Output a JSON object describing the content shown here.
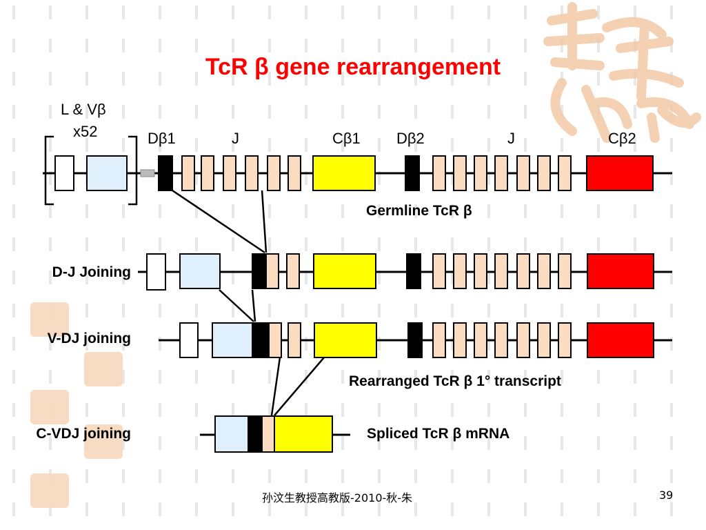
{
  "slide": {
    "title": "TcR β gene rearrangement",
    "page_number": "39",
    "footer": "孙汶生教授高教版-2010-秋-朱"
  },
  "labels": {
    "lv_line1": "L & Vβ",
    "lv_line2": "x52",
    "d1": "Dβ1",
    "j1": "J",
    "c1": "Cβ1",
    "d2": "Dβ2",
    "j2": "J",
    "c2": "Cβ2",
    "germline": "Germline TcR β",
    "rearranged": "Rearranged TcR β 1°  transcript",
    "spliced": "Spliced TcR β mRNA"
  },
  "rows": {
    "dj": "D-J Joining",
    "vdj": "V-DJ joining",
    "cvdj": "C-VDJ joining"
  },
  "colors": {
    "title": "#ff0000",
    "v_segment": "#dff0fc",
    "j_segment": "#fcdcc0",
    "c1_segment": "#ffff00",
    "c2_segment": "#ff0000",
    "d_segment": "#000000",
    "decor": "#f3c9a6"
  }
}
